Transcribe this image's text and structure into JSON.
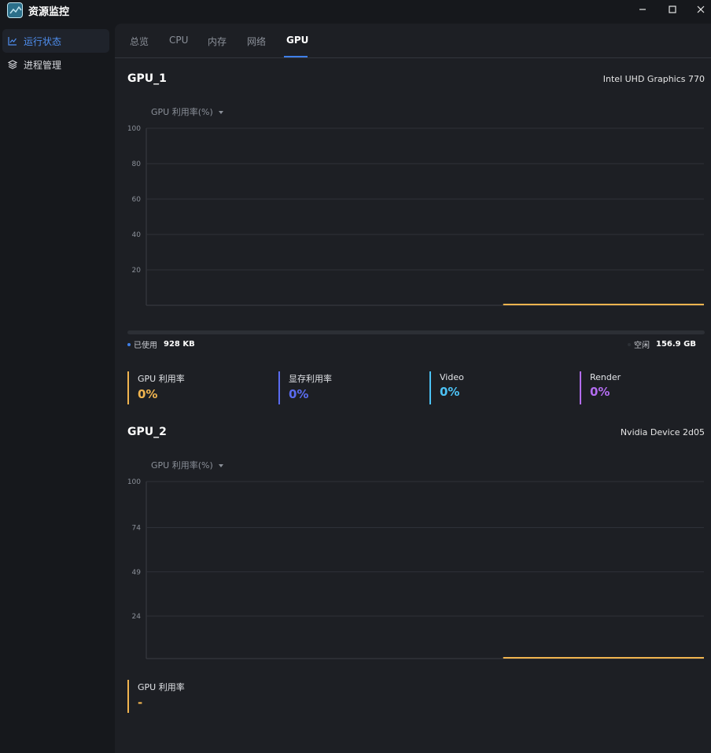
{
  "app": {
    "title": "资源监控"
  },
  "window_controls": {
    "minimize": "—",
    "maximize": "☐",
    "close": "✕"
  },
  "sidebar": {
    "items": [
      {
        "label": "运行状态",
        "icon": "line-chart-icon",
        "active": true
      },
      {
        "label": "进程管理",
        "icon": "layers-icon",
        "active": false
      }
    ]
  },
  "tabs": [
    {
      "label": "总览",
      "active": false
    },
    {
      "label": "CPU",
      "active": false
    },
    {
      "label": "内存",
      "active": false
    },
    {
      "label": "网络",
      "active": false
    },
    {
      "label": "GPU",
      "active": true
    }
  ],
  "gpu1": {
    "title": "GPU_1",
    "model": "Intel UHD Graphics 770",
    "metric_selector": "GPU 利用率(%)",
    "memory": {
      "used_label": "已使用",
      "used_value": "928 KB",
      "free_label": "空闲",
      "free_value": "156.9 GB"
    },
    "stats": [
      {
        "label": "GPU 利用率",
        "value": "0%",
        "color": "#f0b44f"
      },
      {
        "label": "显存利用率",
        "value": "0%",
        "color": "#5a6cf0"
      },
      {
        "label": "Video",
        "value": "0%",
        "color": "#4cc2f5"
      },
      {
        "label": "Render",
        "value": "0%",
        "color": "#b36cf0"
      }
    ]
  },
  "gpu2": {
    "title": "GPU_2",
    "model": "Nvidia Device 2d05",
    "metric_selector": "GPU 利用率(%)",
    "stats": [
      {
        "label": "GPU 利用率",
        "value": "-",
        "color": "#f0b44f"
      }
    ]
  },
  "chart_data": [
    {
      "type": "line",
      "title": "GPU 利用率(%)",
      "y_ticks": [
        "100",
        "80",
        "60",
        "40",
        "20"
      ],
      "ylim": [
        0,
        100
      ],
      "series": [
        {
          "color": "#f0b44f",
          "x": [
            0.64,
            1.0
          ],
          "values": [
            0,
            0
          ]
        }
      ],
      "grid": true
    },
    {
      "type": "line",
      "title": "GPU 利用率(%)",
      "y_ticks": [
        "100",
        "74",
        "49",
        "24"
      ],
      "ylim": [
        0,
        100
      ],
      "series": [
        {
          "color": "#f0b44f",
          "x": [
            0.64,
            1.0
          ],
          "values": [
            0,
            0
          ]
        }
      ],
      "grid": true
    }
  ]
}
